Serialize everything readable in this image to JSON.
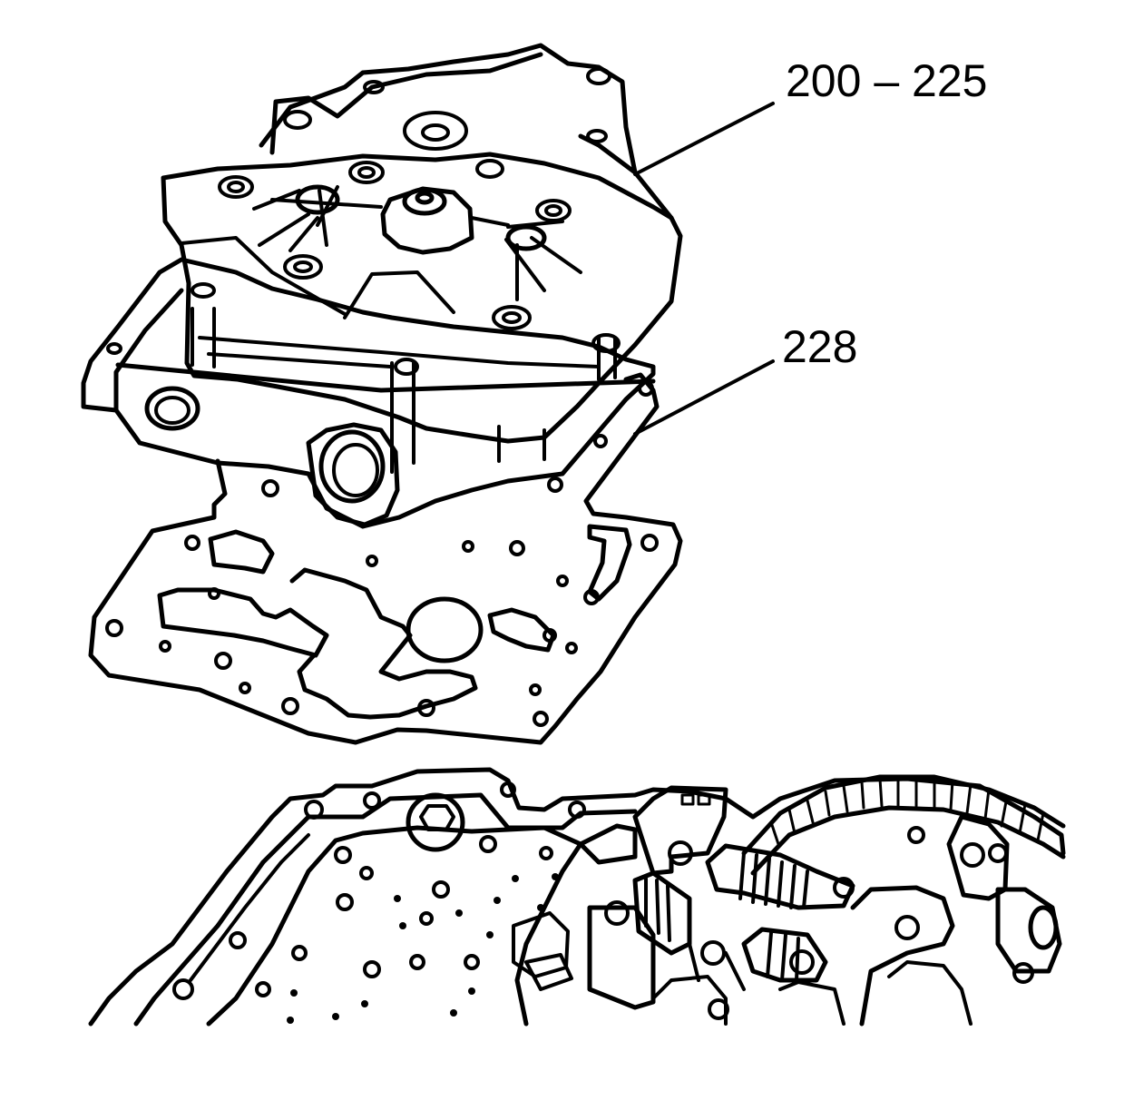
{
  "figure": {
    "background_color": "#ffffff",
    "line_color": "#000000"
  },
  "callouts": [
    {
      "id": "200_225",
      "label": "200 – 225"
    },
    {
      "id": "228",
      "label": "228"
    }
  ]
}
